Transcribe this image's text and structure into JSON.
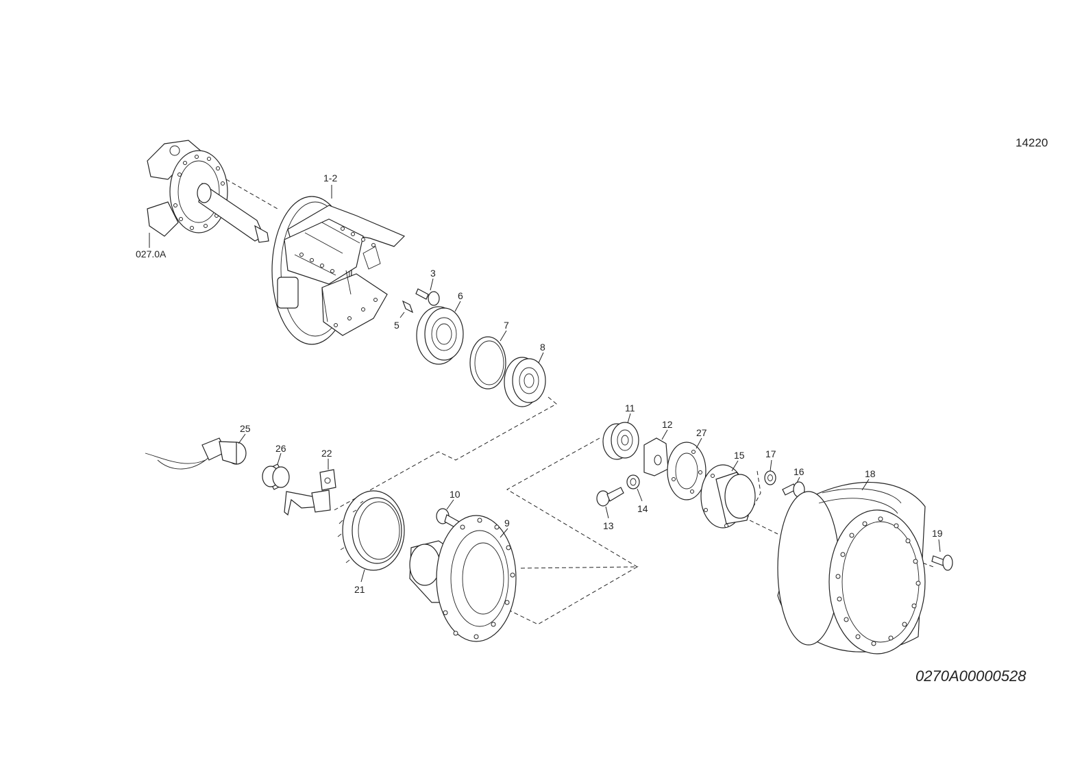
{
  "sheet_number": "14220",
  "drawing_code": "0270A00000528",
  "callouts": {
    "knuckle": "027.0A",
    "brake_assembly": "1-2",
    "bolt_3": "3",
    "pin_5": "5",
    "bearing_6": "6",
    "ring_7": "7",
    "bearing_8": "8",
    "hub_9": "9",
    "bolt_10": "10",
    "bearing_11": "11",
    "lock_12": "12",
    "bolt_13": "13",
    "nut_14": "14",
    "cap_15": "15",
    "bolt_16": "16",
    "washer_17": "17",
    "drum_18": "18",
    "screw_19": "19",
    "tone_ring_21": "21",
    "bracket_22": "22",
    "sensor_25": "25",
    "bushing_26": "26",
    "plate_27": "27"
  }
}
